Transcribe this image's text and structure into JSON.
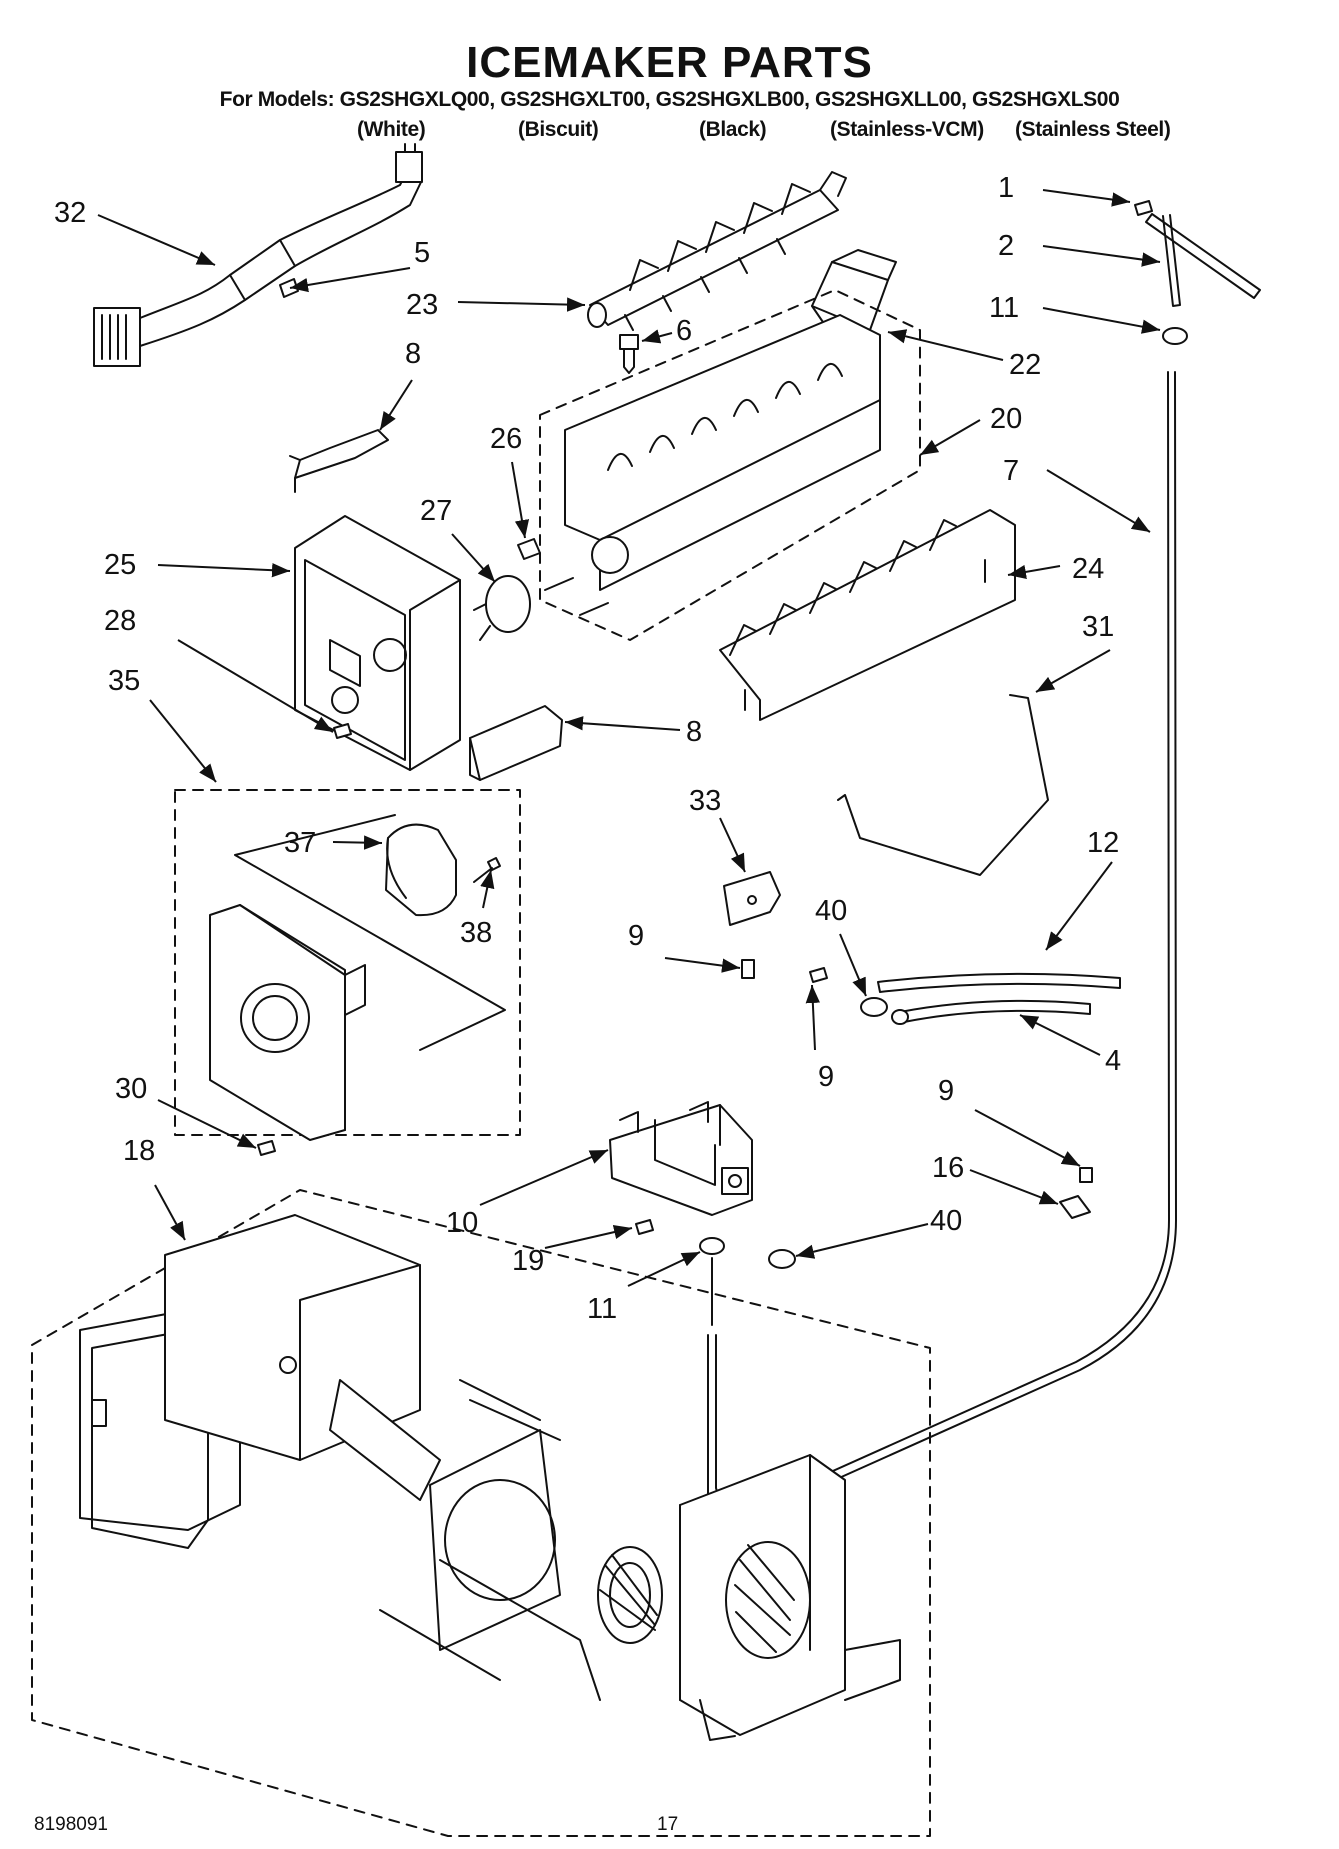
{
  "header": {
    "title": "ICEMAKER PARTS",
    "models_line": "For Models: GS2SHGXLQ00, GS2SHGXLT00, GS2SHGXLB00, GS2SHGXLL00, GS2SHGXLS00",
    "variants": [
      "(White)",
      "(Biscuit)",
      "(Black)",
      "(Stainless-VCM)",
      "(Stainless Steel)"
    ]
  },
  "callouts": {
    "c1": "1",
    "c2": "2",
    "c11a": "11",
    "c32": "32",
    "c5": "5",
    "c23": "23",
    "c6": "6",
    "c22": "22",
    "c8a": "8",
    "c20": "20",
    "c26": "26",
    "c7": "7",
    "c27": "27",
    "c25": "25",
    "c24": "24",
    "c28": "28",
    "c31": "31",
    "c35": "35",
    "c8b": "8",
    "c33": "33",
    "c12": "12",
    "c37": "37",
    "c40a": "40",
    "c9a": "9",
    "c38": "38",
    "c9b": "9",
    "c4": "4",
    "c30": "30",
    "c9c": "9",
    "c18": "18",
    "c16": "16",
    "c10": "10",
    "c40b": "40",
    "c19": "19",
    "c11b": "11"
  },
  "footer": {
    "doc_number": "8198091",
    "page_number": "17"
  }
}
